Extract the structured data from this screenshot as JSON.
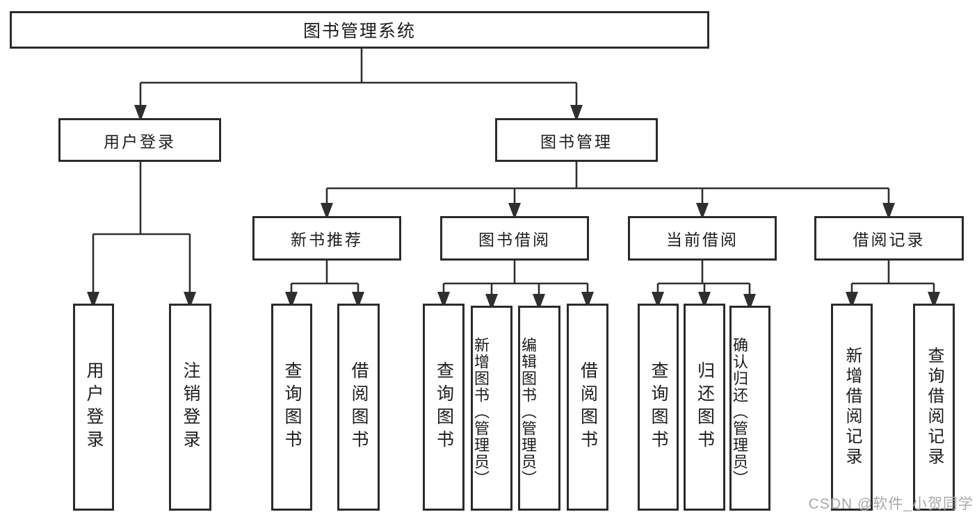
{
  "diagram": {
    "root": {
      "label": "图书管理系统"
    },
    "branches": [
      {
        "label": "用户登录",
        "children": [
          {
            "label": "用户登录"
          },
          {
            "label": "注销登录"
          }
        ]
      },
      {
        "label": "图书管理",
        "children": [
          {
            "label": "新书推荐",
            "children": [
              {
                "label": "查询图书"
              },
              {
                "label": "借阅图书"
              }
            ]
          },
          {
            "label": "图书借阅",
            "children": [
              {
                "label": "查询图书"
              },
              {
                "label": "新增图书（管理员）"
              },
              {
                "label": "编辑图书（管理员）"
              },
              {
                "label": "借阅图书"
              }
            ]
          },
          {
            "label": "当前借阅",
            "children": [
              {
                "label": "查询图书"
              },
              {
                "label": "归还图书"
              },
              {
                "label": "确认归还（管理员）"
              }
            ]
          },
          {
            "label": "借阅记录",
            "children": [
              {
                "label": "新增借阅记录"
              },
              {
                "label": "查询借阅记录"
              }
            ]
          }
        ]
      }
    ]
  },
  "watermark": {
    "text": "CSDN @软件_小贺同学"
  },
  "colors": {
    "line": "#2f2f2f",
    "box_border": "#2b2b2b",
    "text": "#1c1c1c",
    "watermark": "#a9a9a9",
    "background": "#ffffff"
  }
}
